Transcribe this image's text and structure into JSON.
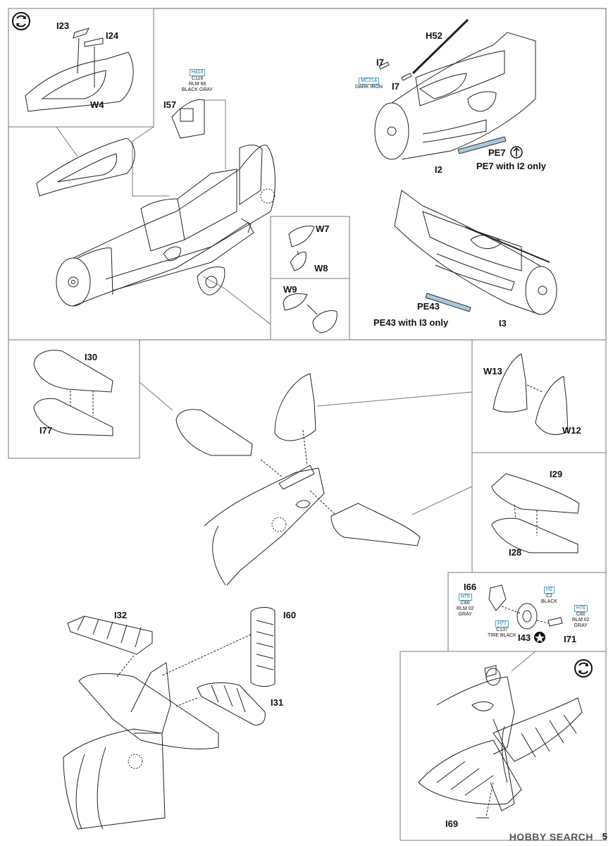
{
  "page_number": "5",
  "watermark": "HOBBY SEARCH",
  "parts": {
    "I23": "I23",
    "I24": "I24",
    "W4": "W4",
    "I57": "I57",
    "H52": "H52",
    "I7a": "I7",
    "I7b": "I7",
    "I2": "I2",
    "PE7": "PE7",
    "W7": "W7",
    "W8": "W8",
    "W9": "W9",
    "PE43": "PE43",
    "I3": "I3",
    "I30": "I30",
    "I77": "I77",
    "W13": "W13",
    "W12": "W12",
    "I29": "I29",
    "I28": "I28",
    "I66": "I66",
    "I43": "I43",
    "I71": "I71",
    "I32": "I32",
    "I60": "I60",
    "I31": "I31",
    "I69": "I69"
  },
  "notes": {
    "pe7": "PE7 with I2 only",
    "pe43": "PE43 with I3 only"
  },
  "color_callouts": {
    "i57": {
      "code": "H416",
      "lines": [
        "C116",
        "RLM 66",
        "BLACK GRAY"
      ]
    },
    "i7": {
      "code": "MC214",
      "lines": [
        "DARK IRON"
      ]
    },
    "h2": {
      "code": "H2",
      "lines": [
        "C2",
        "BLACK"
      ]
    },
    "h70a": {
      "code": "H70",
      "lines": [
        "C60",
        "RLM 02",
        "GRAY"
      ]
    },
    "h77": {
      "code": "H77",
      "lines": [
        "C137",
        "TIRE BLACK"
      ]
    },
    "h70b": {
      "code": "H70",
      "lines": [
        "C60",
        "RLM 02",
        "GRAY"
      ]
    }
  },
  "icons": [
    "rotate-icon",
    "rotate-icon",
    "photo-etch-icon",
    "star-icon"
  ],
  "colors": {
    "callout_border": "#4aa3c8",
    "callout_text": "#1b6f96",
    "pe_fill": "#a9c7d8"
  }
}
